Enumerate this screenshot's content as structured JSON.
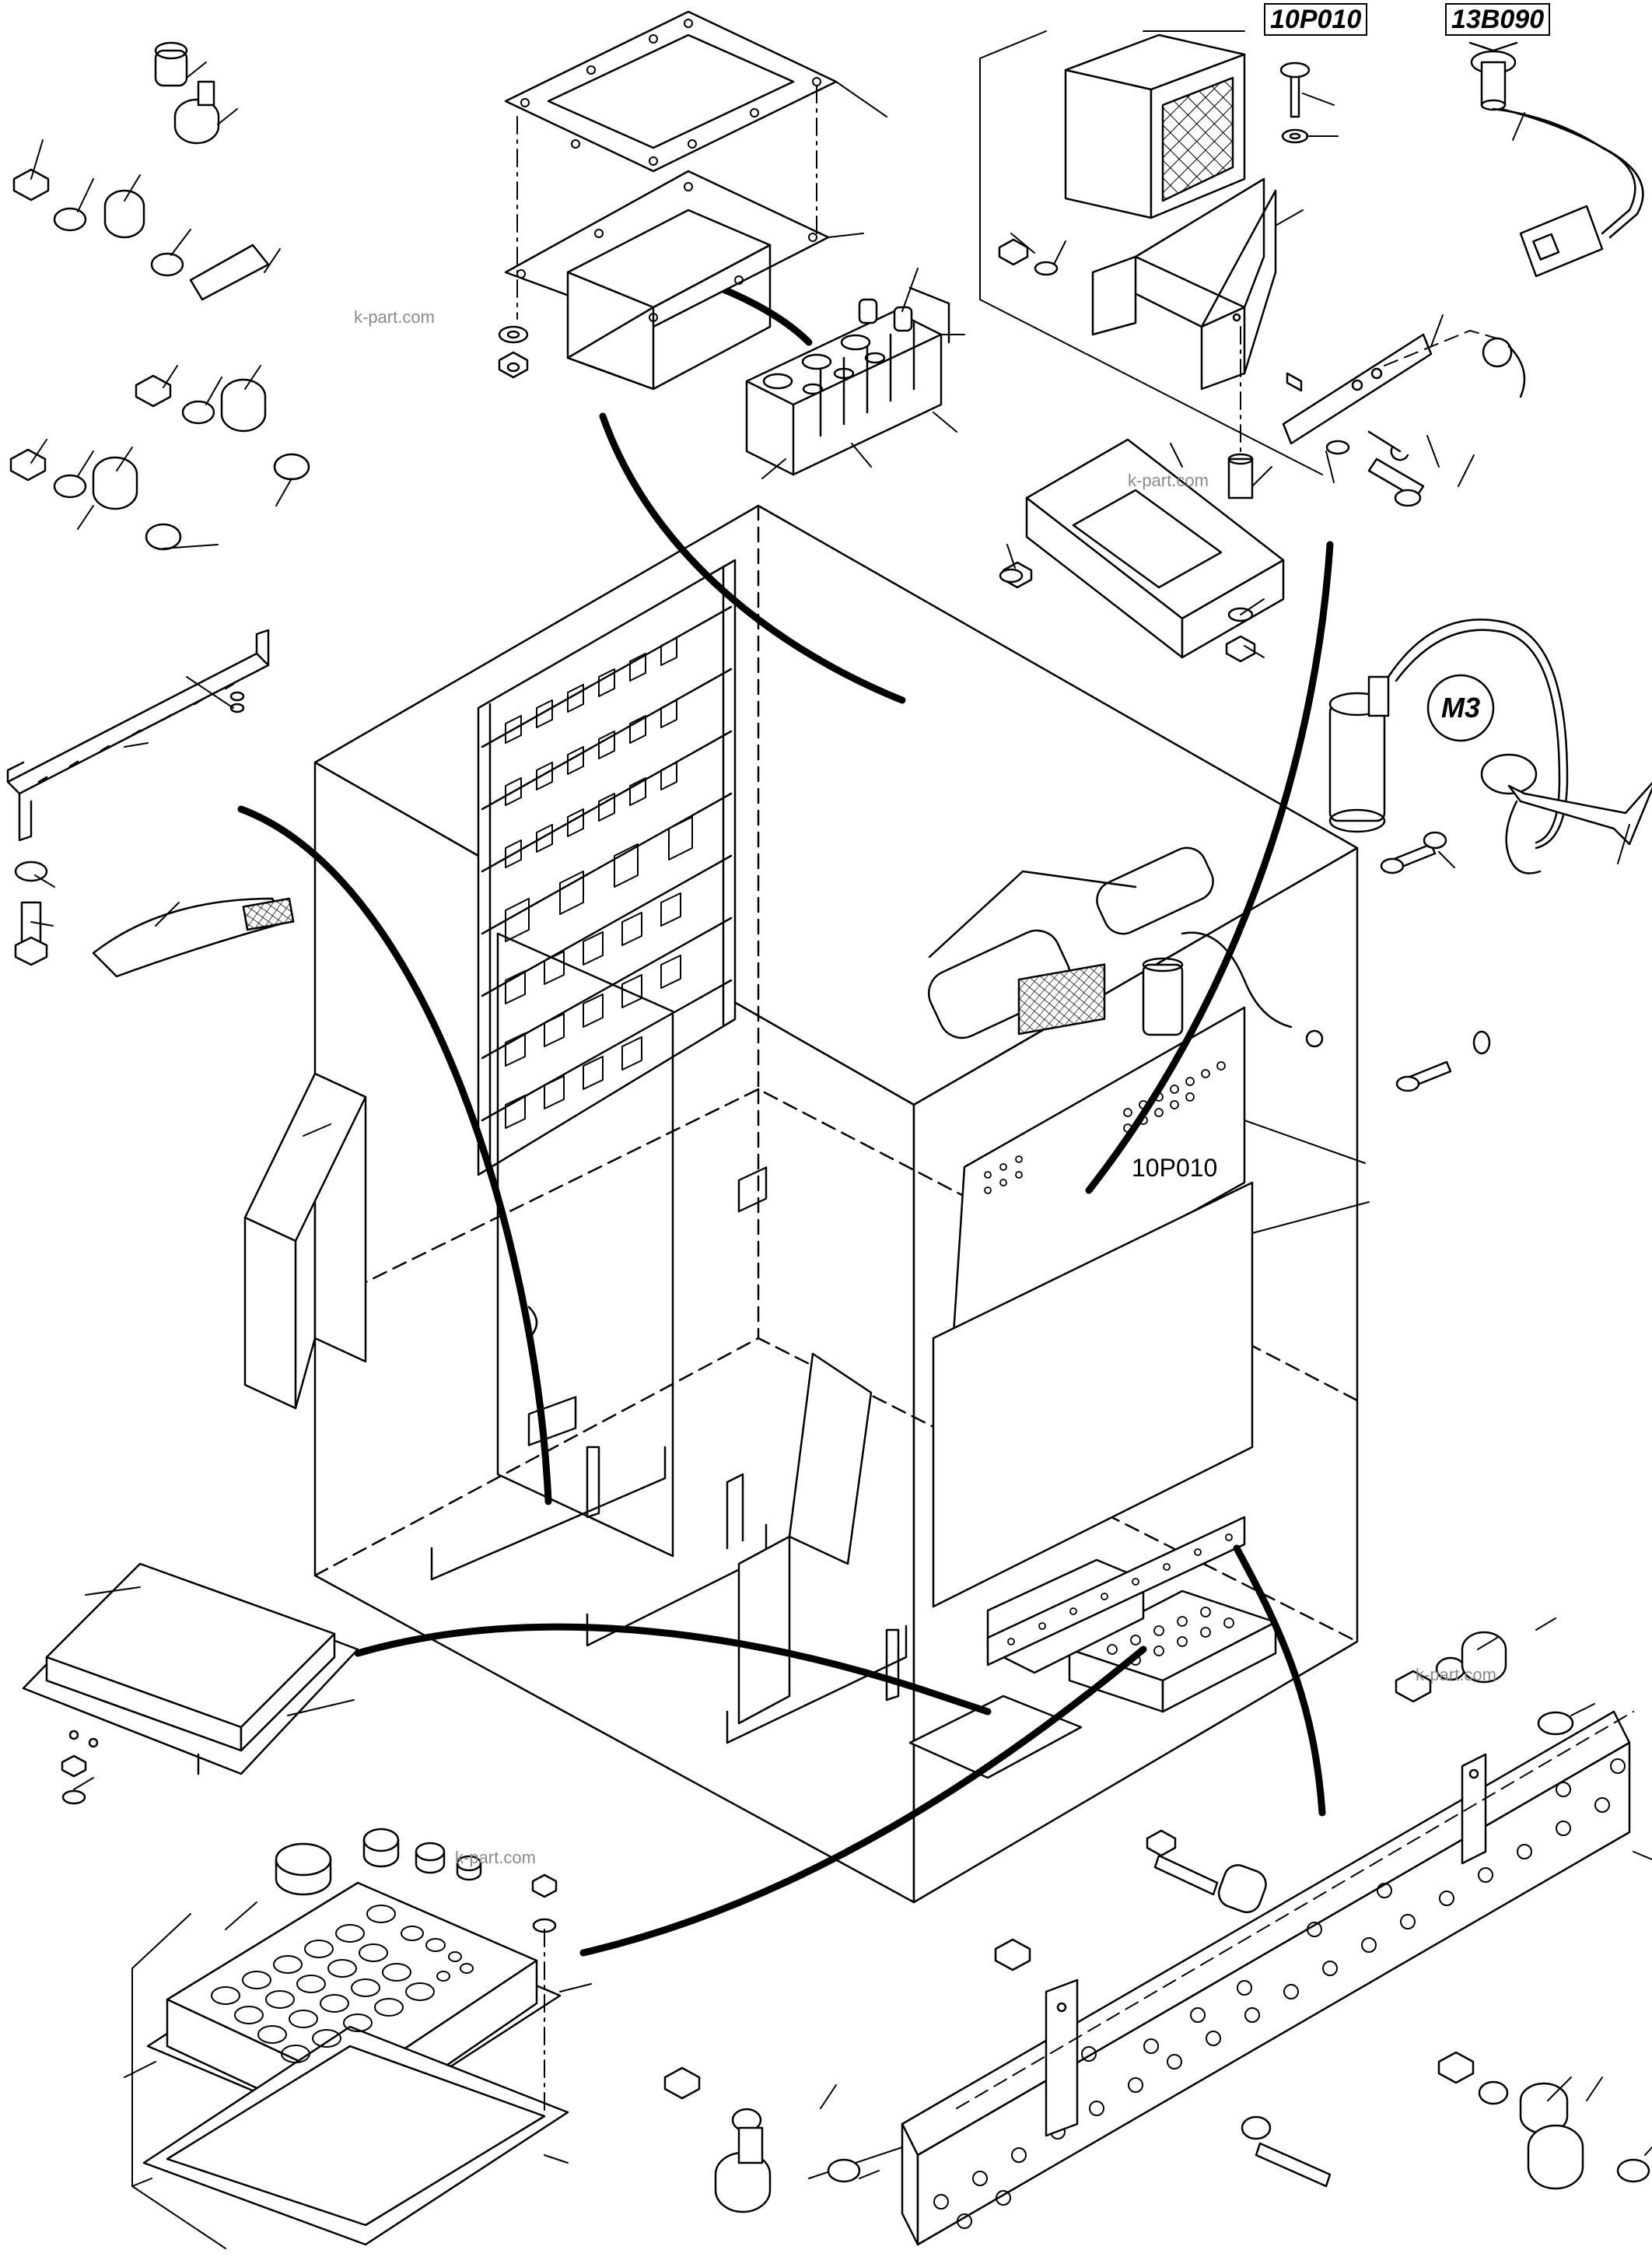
{
  "labels": {
    "ref_top_1": "10P010",
    "ref_top_2": "13B090",
    "ref_inline": "10P010",
    "motor": "M3"
  },
  "watermark": "k-part.com"
}
